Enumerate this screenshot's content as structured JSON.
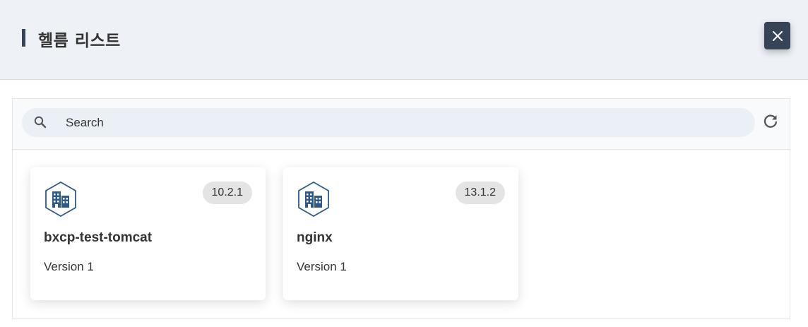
{
  "header": {
    "title": "헬름 리스트",
    "close_icon": "close-icon"
  },
  "search": {
    "placeholder": "Search",
    "icon": "search-icon",
    "refresh_icon": "refresh-icon"
  },
  "charts": [
    {
      "name": "bxcp-test-tomcat",
      "version_label": "Version 1",
      "chart_version": "10.2.1",
      "icon": "building-icon"
    },
    {
      "name": "nginx",
      "version_label": "Version 1",
      "chart_version": "13.1.2",
      "icon": "building-icon"
    }
  ],
  "colors": {
    "header_bg": "#eef2f7",
    "accent": "#374357",
    "icon_blue": "#2d5a88"
  }
}
